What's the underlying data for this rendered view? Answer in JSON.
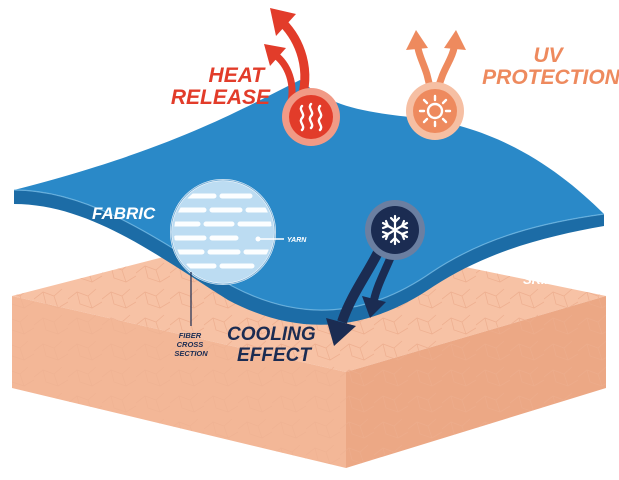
{
  "labels": {
    "heat_release_line1": "HEAT",
    "heat_release_line2": "RELEASE",
    "uv_line1": "UV",
    "uv_line2": "PROTECTION",
    "fabric": "FABRIC",
    "yarn": "YARN",
    "skin": "SKIN",
    "fiber_line1": "FIBER",
    "fiber_line2": "CROSS",
    "fiber_line3": "SECTION",
    "cooling_line1": "COOLING",
    "cooling_line2": "EFFECT"
  },
  "colors": {
    "heat": "#e23c2a",
    "uv": "#ee8a5e",
    "fabric": "#2a89c8",
    "fabric_dark": "#1c6ca6",
    "cooling": "#1b2c52",
    "skin": "#f6c0a2",
    "skin_side": "#eaa784"
  },
  "icons": {
    "heat": "heat-waves-icon",
    "uv": "sun-icon",
    "cooling": "snowflake-icon"
  }
}
